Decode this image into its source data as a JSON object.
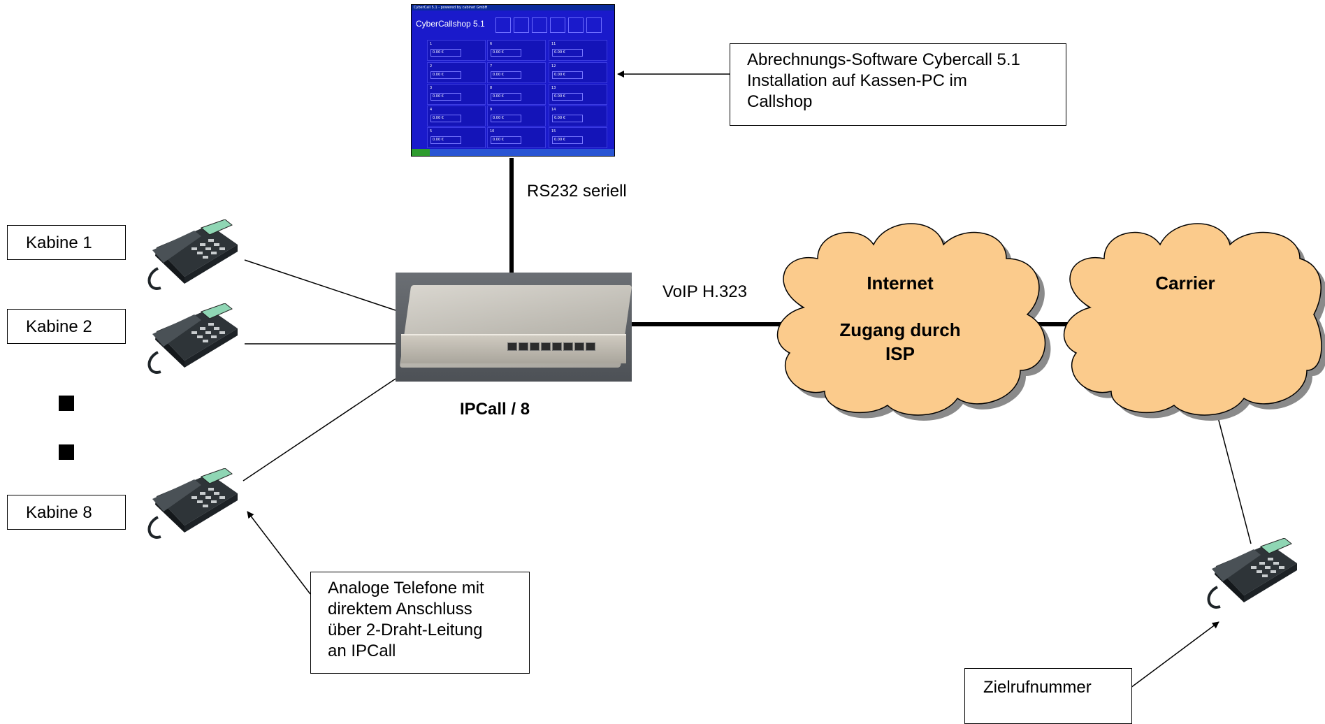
{
  "cybercall_box": {
    "line1": "Abrechnungs-Software Cybercall 5.1",
    "line2": "Installation auf Kassen-PC im",
    "line3": "Callshop"
  },
  "rs232_label": "RS232 seriell",
  "voip_label": "VoIP H.323",
  "device_label": "IPCall / 8",
  "cabins": [
    "Kabine 1",
    "Kabine 2",
    "Kabine 8"
  ],
  "internet_cloud": {
    "title": "Internet",
    "line1": "Zugang durch",
    "line2": "ISP"
  },
  "carrier_cloud": {
    "title": "Carrier"
  },
  "analog_box": {
    "line1": "Analoge Telefone mit",
    "line2": "direktem Anschluss",
    "line3": "über 2-Draht-Leitung",
    "line4": "an IPCall"
  },
  "target_box": "Zielrufnummer",
  "screenshot": {
    "title": "CyberCallshop 5.1",
    "window_title": "CyberCall 5.1 - powered by cabinet GmbH",
    "cell_value": "0.00 €",
    "cell_numbers": [
      "1",
      "2",
      "3",
      "4",
      "5",
      "6",
      "7",
      "8",
      "9",
      "10",
      "11",
      "12",
      "13",
      "14",
      "15"
    ]
  },
  "colors": {
    "cloud_fill": "#fbcb8c",
    "cloud_shadow": "#8a8a8a",
    "screen_blue": "#1a1acb"
  }
}
